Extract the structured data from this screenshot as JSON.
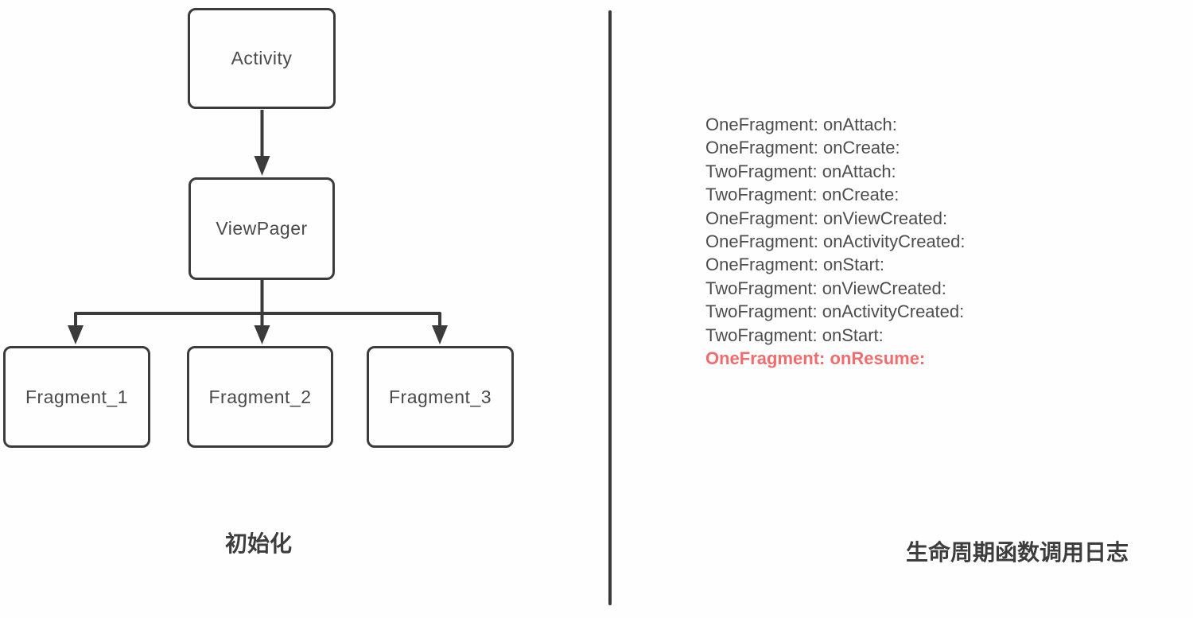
{
  "diagram": {
    "nodes": {
      "activity": "Activity",
      "viewpager": "ViewPager",
      "fragment1": "Fragment_1",
      "fragment2": "Fragment_2",
      "fragment3": "Fragment_3"
    },
    "caption": "初始化"
  },
  "log": {
    "lines": [
      {
        "text": "OneFragment: onAttach:",
        "highlight": false
      },
      {
        "text": "OneFragment: onCreate:",
        "highlight": false
      },
      {
        "text": "TwoFragment: onAttach:",
        "highlight": false
      },
      {
        "text": "TwoFragment: onCreate:",
        "highlight": false
      },
      {
        "text": "OneFragment: onViewCreated:",
        "highlight": false
      },
      {
        "text": "OneFragment: onActivityCreated:",
        "highlight": false
      },
      {
        "text": "OneFragment: onStart:",
        "highlight": false
      },
      {
        "text": "TwoFragment: onViewCreated:",
        "highlight": false
      },
      {
        "text": "TwoFragment: onActivityCreated:",
        "highlight": false
      },
      {
        "text": "TwoFragment: onStart:",
        "highlight": false
      },
      {
        "text": "OneFragment: onResume:",
        "highlight": true
      }
    ],
    "caption": "生命周期函数调用日志"
  },
  "colors": {
    "stroke": "#3b3b3b",
    "log_text": "#4d4d4d",
    "highlight": "#f16d6d",
    "background": "#fefefe"
  }
}
